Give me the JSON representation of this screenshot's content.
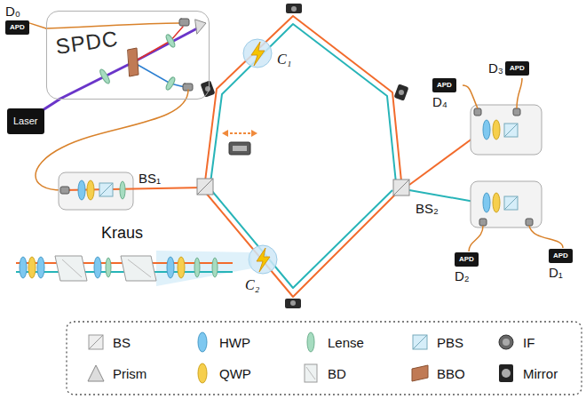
{
  "diagram": {
    "nodes": [
      {
        "text": [
          "D₀",
          "APD"
        ]
      },
      {
        "text": [
          "SPDC"
        ]
      },
      {
        "text": [
          "Laser"
        ]
      },
      {
        "text": [
          "D₄",
          "APD"
        ]
      },
      {
        "text": [
          "D₃",
          "APD"
        ]
      },
      {
        "text": [
          "D₂",
          "APD"
        ]
      },
      {
        "text": [
          "D₁",
          "APD"
        ]
      }
    ],
    "edges": [
      {
        "from": 0,
        "to": 1,
        "arrow": "none"
      },
      {
        "from": 2,
        "to": 1,
        "arrow": "none"
      }
    ],
    "labels": [
      "C₁",
      "BS₁",
      "BS₂",
      "Kraus",
      "C₂"
    ],
    "legend": [
      {
        "text": "BS"
      },
      {
        "text": "HWP"
      },
      {
        "text": "Lense"
      },
      {
        "text": "PBS"
      },
      {
        "text": "IF"
      },
      {
        "text": "Prism"
      },
      {
        "text": "QWP"
      },
      {
        "text": "BD"
      },
      {
        "text": "BBO"
      },
      {
        "text": "Mirror"
      }
    ]
  }
}
